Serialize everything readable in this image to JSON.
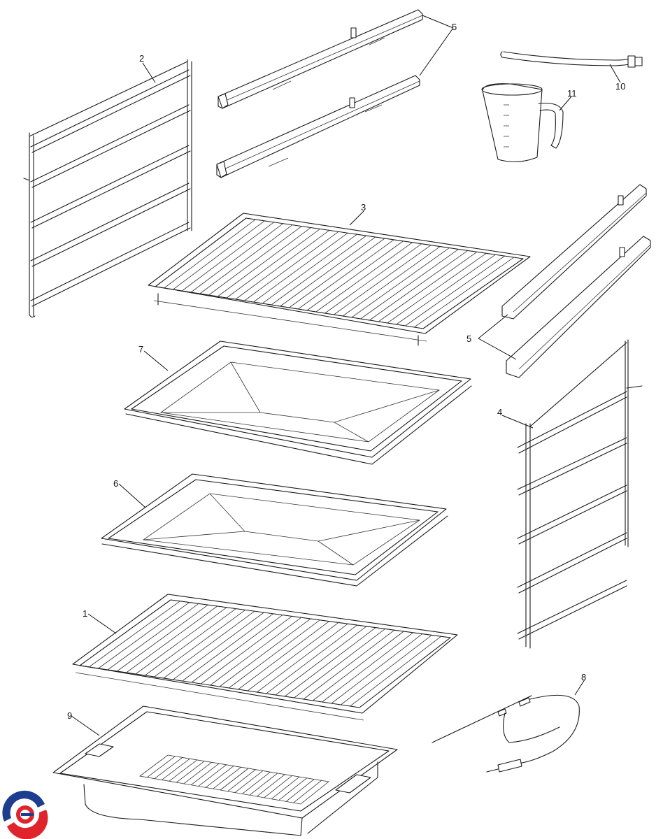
{
  "parts": [
    {
      "id": "rack-left",
      "label": "2"
    },
    {
      "id": "telescopic-rail-top",
      "label": "5"
    },
    {
      "id": "drain-hose",
      "label": "10"
    },
    {
      "id": "measuring-jug",
      "label": "11"
    },
    {
      "id": "wire-shelf-upper",
      "label": "3"
    },
    {
      "id": "telescopic-rail-right",
      "label": "5"
    },
    {
      "id": "shallow-tray",
      "label": "7"
    },
    {
      "id": "rack-right",
      "label": "4"
    },
    {
      "id": "baking-tray",
      "label": "6"
    },
    {
      "id": "wire-shelf-lower",
      "label": "1"
    },
    {
      "id": "meat-probe",
      "label": "8"
    },
    {
      "id": "deep-pan",
      "label": "9"
    }
  ],
  "brand_logo": "brand-logo",
  "colors": {
    "line": "#1a1a1a",
    "logo_red": "#e0242b",
    "logo_blue": "#1f3d8f",
    "background": "#ffffff"
  }
}
